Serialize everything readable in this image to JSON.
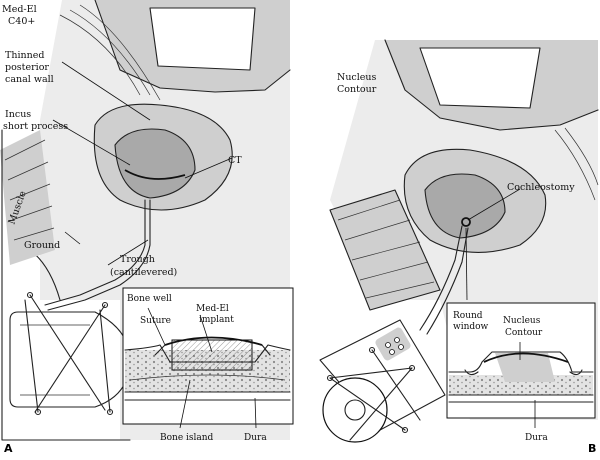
{
  "panel_a": {
    "letter": "A",
    "labels": {
      "device_line1": "Med-El",
      "device_line2": "C40+",
      "thinned_line1": "Thinned",
      "thinned_line2": "posterior",
      "thinned_line3": "canal wall",
      "incus_line1": "Incus",
      "incus_line2": "short process",
      "ct": "CT",
      "muscle": "Muscle",
      "ground": "Ground",
      "trough_line1": "Trough",
      "trough_line2": "(cantilevered)"
    },
    "inset": {
      "title": "Bone well",
      "suture": "Suture",
      "implant_line1": "Med-El",
      "implant_line2": "implant",
      "bone_island": "Bone island",
      "dura": "Dura"
    }
  },
  "panel_b": {
    "letter": "B",
    "labels": {
      "device_line1": "Nucleus",
      "device_line2": "Contour",
      "cochleostomy": "Cochleostomy",
      "round_line1": "Round",
      "round_line2": "window"
    },
    "inset": {
      "implant_line1": "Nucleus",
      "implant_line2": "Contour",
      "dura": "Dura"
    }
  }
}
